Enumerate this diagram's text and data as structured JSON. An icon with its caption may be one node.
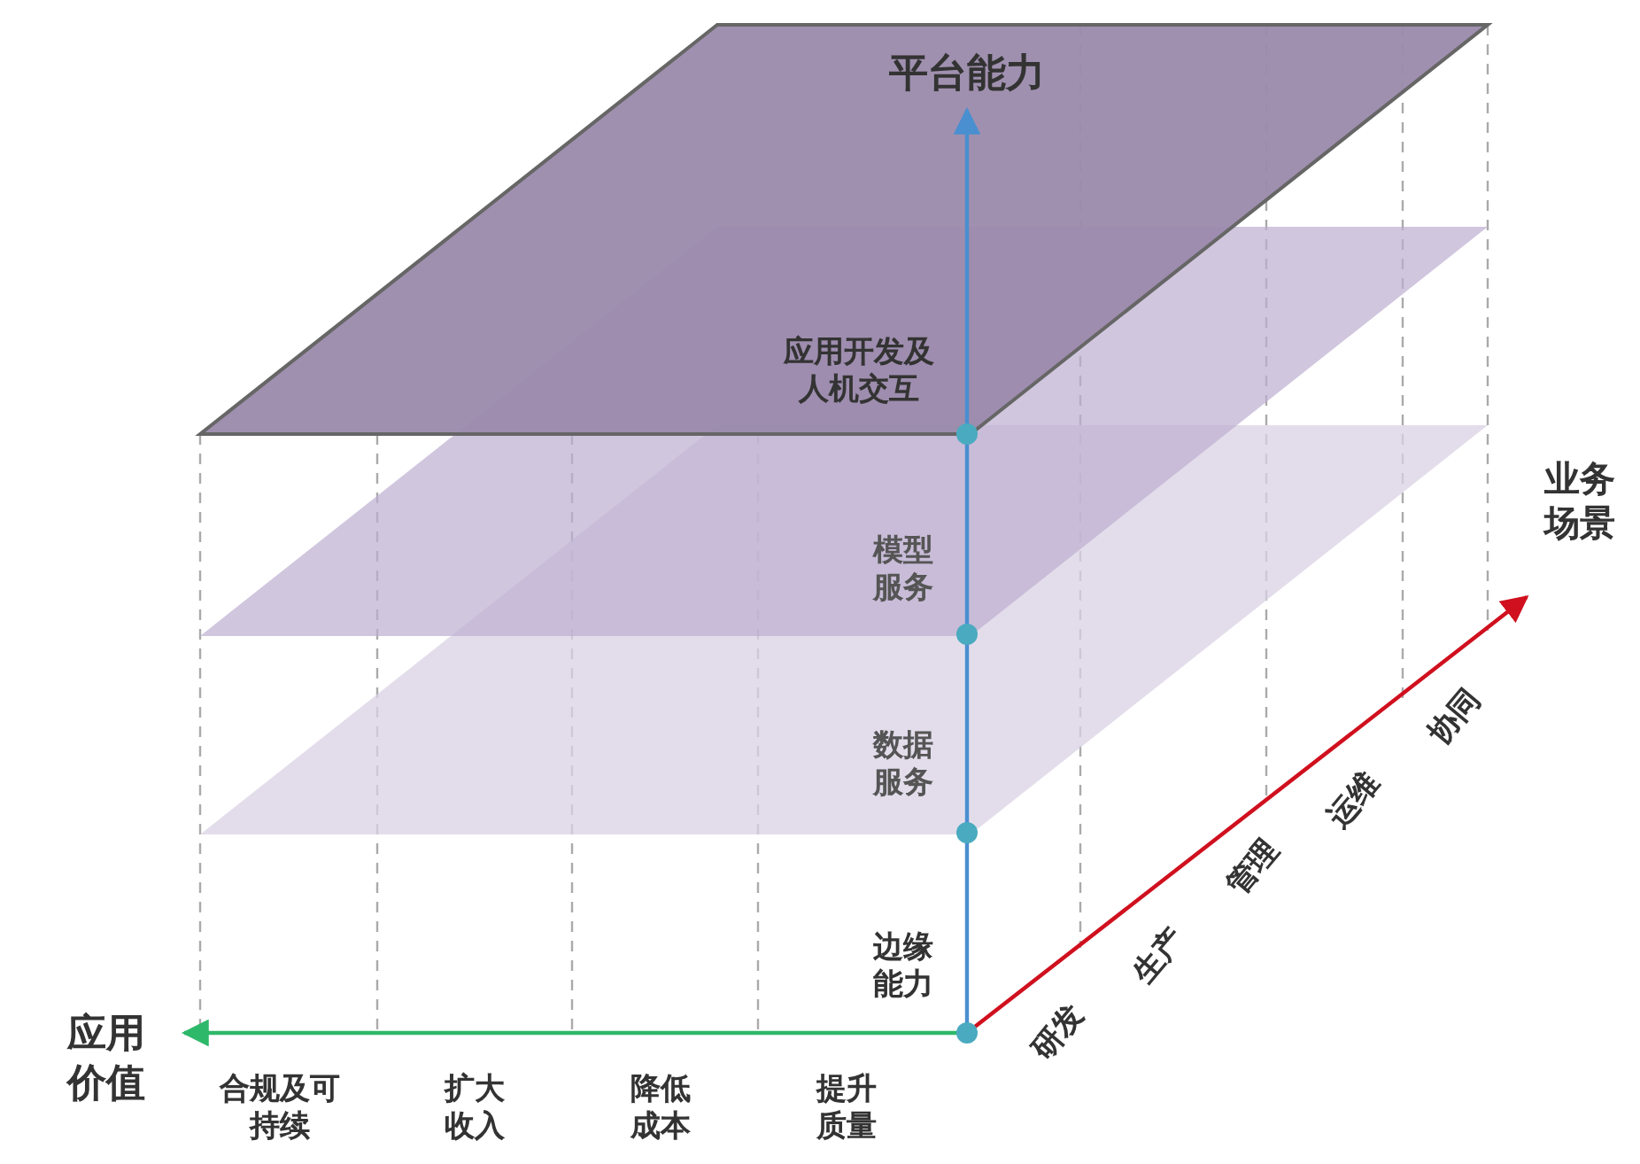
{
  "diagram": {
    "labels": [
      "平台能力",
      "应用开发及人机交互",
      "业务场景",
      "模型服务",
      "数据服务",
      "边缘能力",
      "应用价值",
      "研发",
      "生产",
      "管理",
      "运维",
      "协同",
      "合规及可持续",
      "扩大收入",
      "降低成本",
      "提升质量"
    ]
  }
}
